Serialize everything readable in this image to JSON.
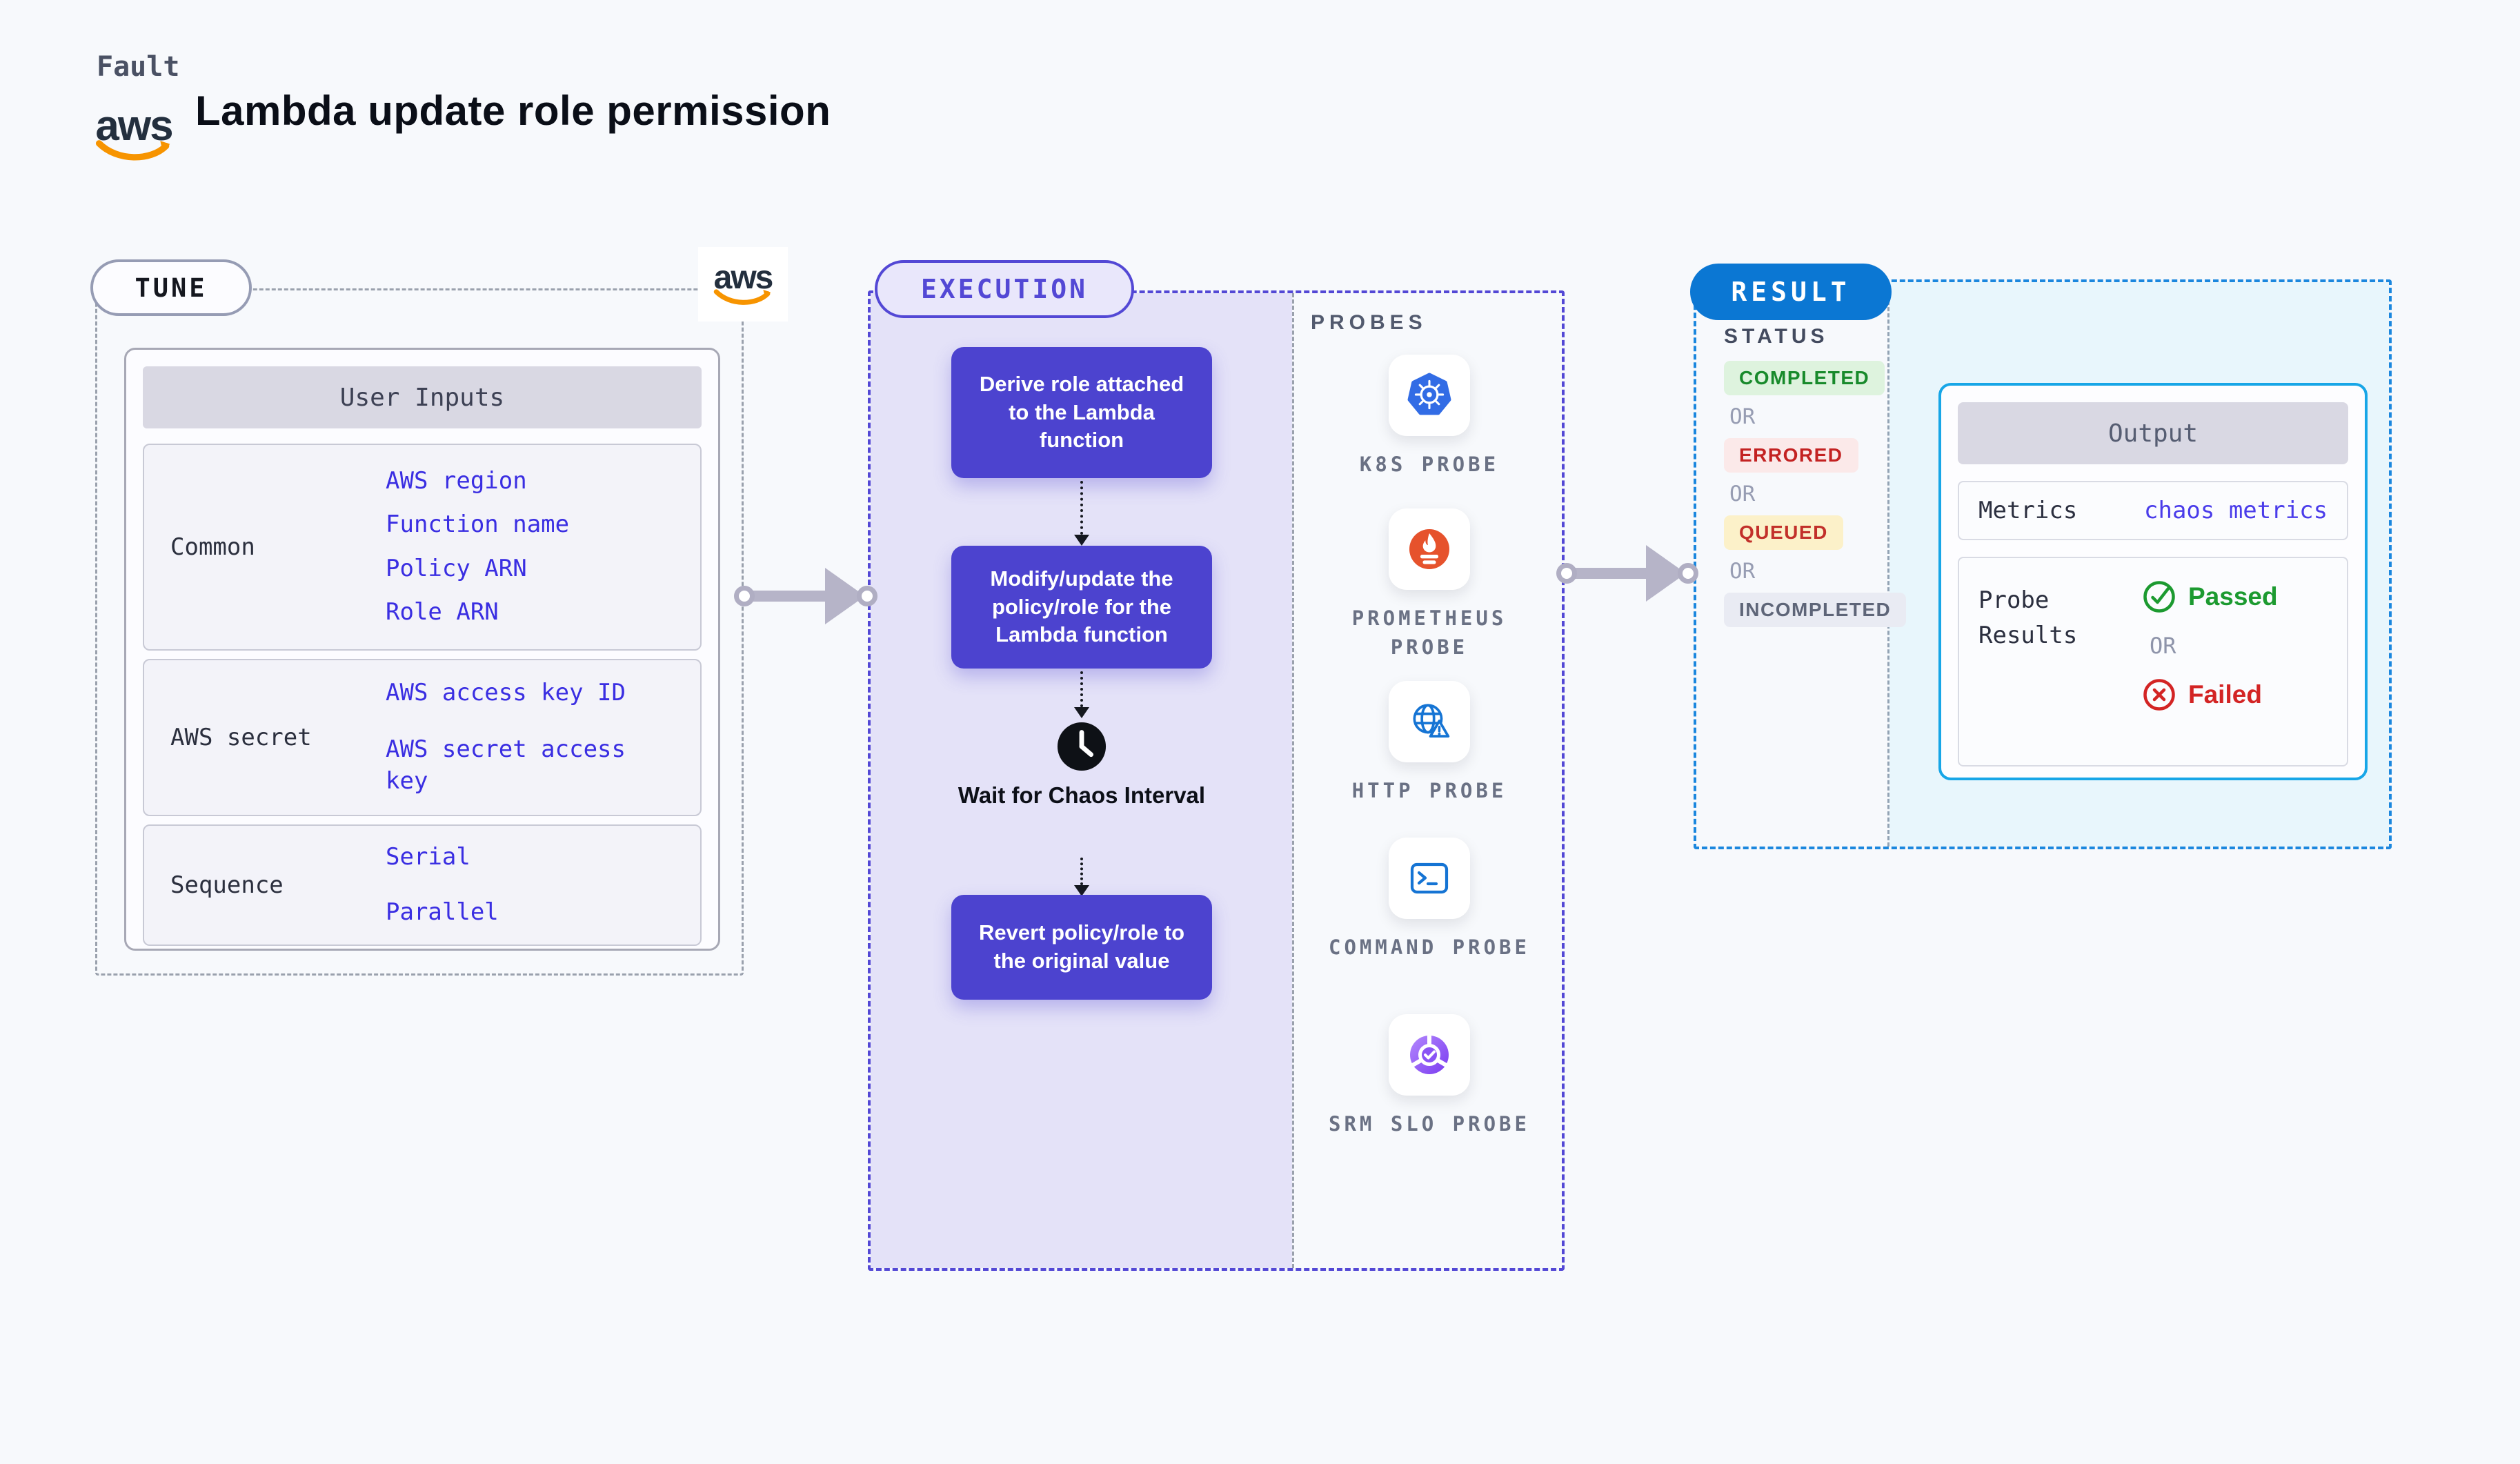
{
  "header": {
    "kicker": "Fault",
    "title": "Lambda update role permission",
    "aws_logo": "aws"
  },
  "tune": {
    "pill": "TUNE",
    "panel": {
      "header": "User Inputs",
      "rows": [
        {
          "label": "Common",
          "values": [
            "AWS region",
            "Function name",
            "Policy ARN",
            "Role ARN"
          ]
        },
        {
          "label": "AWS secret",
          "values": [
            "AWS access key ID",
            "AWS secret access key"
          ]
        },
        {
          "label": "Sequence",
          "values": [
            "Serial",
            "Parallel"
          ]
        }
      ]
    }
  },
  "execution": {
    "pill": "EXECUTION",
    "steps": [
      {
        "label": "Derive role attached to the Lambda function"
      },
      {
        "label": "Modify/update the policy/role for the Lambda function"
      },
      {
        "label": "Wait for Chaos Interval"
      },
      {
        "label": "Revert policy/role to the original value"
      }
    ],
    "probes": {
      "heading": "PROBES",
      "items": [
        {
          "label": "K8S PROBE",
          "icon": "kubernetes-icon"
        },
        {
          "label": "PROMETHEUS PROBE",
          "icon": "prometheus-icon"
        },
        {
          "label": "HTTP PROBE",
          "icon": "globe-alert-icon"
        },
        {
          "label": "COMMAND PROBE",
          "icon": "terminal-icon"
        },
        {
          "label": "SRM SLO PROBE",
          "icon": "slo-pie-check-icon"
        }
      ]
    }
  },
  "result": {
    "pill": "RESULT",
    "status": {
      "heading": "STATUS",
      "items": [
        {
          "label": "COMPLETED",
          "type": "badge"
        },
        {
          "label": "OR",
          "type": "or"
        },
        {
          "label": "ERRORED",
          "type": "badge"
        },
        {
          "label": "OR",
          "type": "or"
        },
        {
          "label": "QUEUED",
          "type": "badge"
        },
        {
          "label": "OR",
          "type": "or"
        },
        {
          "label": "INCOMPLETED",
          "type": "badge"
        }
      ]
    },
    "output": {
      "header": "Output",
      "metrics_label": "Metrics",
      "metrics_value": "chaos metrics",
      "probe_results_label": "Probe Results",
      "passed_label": "Passed",
      "or_label": "OR",
      "failed_label": "Failed"
    }
  },
  "colors": {
    "indigo": "#5348d5",
    "node_fill": "#4c43cf",
    "lavender": "#e4e2f8",
    "result_blue": "#0b77d3",
    "output_border": "#17a6e7",
    "cyan_bg": "#e8f6fc",
    "link_blue": "#3a2ee2",
    "green": "#1c9a30",
    "red": "#d32424",
    "queued_text": "#c2302a",
    "pink_badge": "#f8487e",
    "arrow_grey": "#b6b4c8",
    "aws_orange": "#f79400",
    "k8s_blue": "#326ce5",
    "prometheus_orange": "#e6522c",
    "probe_icon_blue": "#1574d4"
  }
}
